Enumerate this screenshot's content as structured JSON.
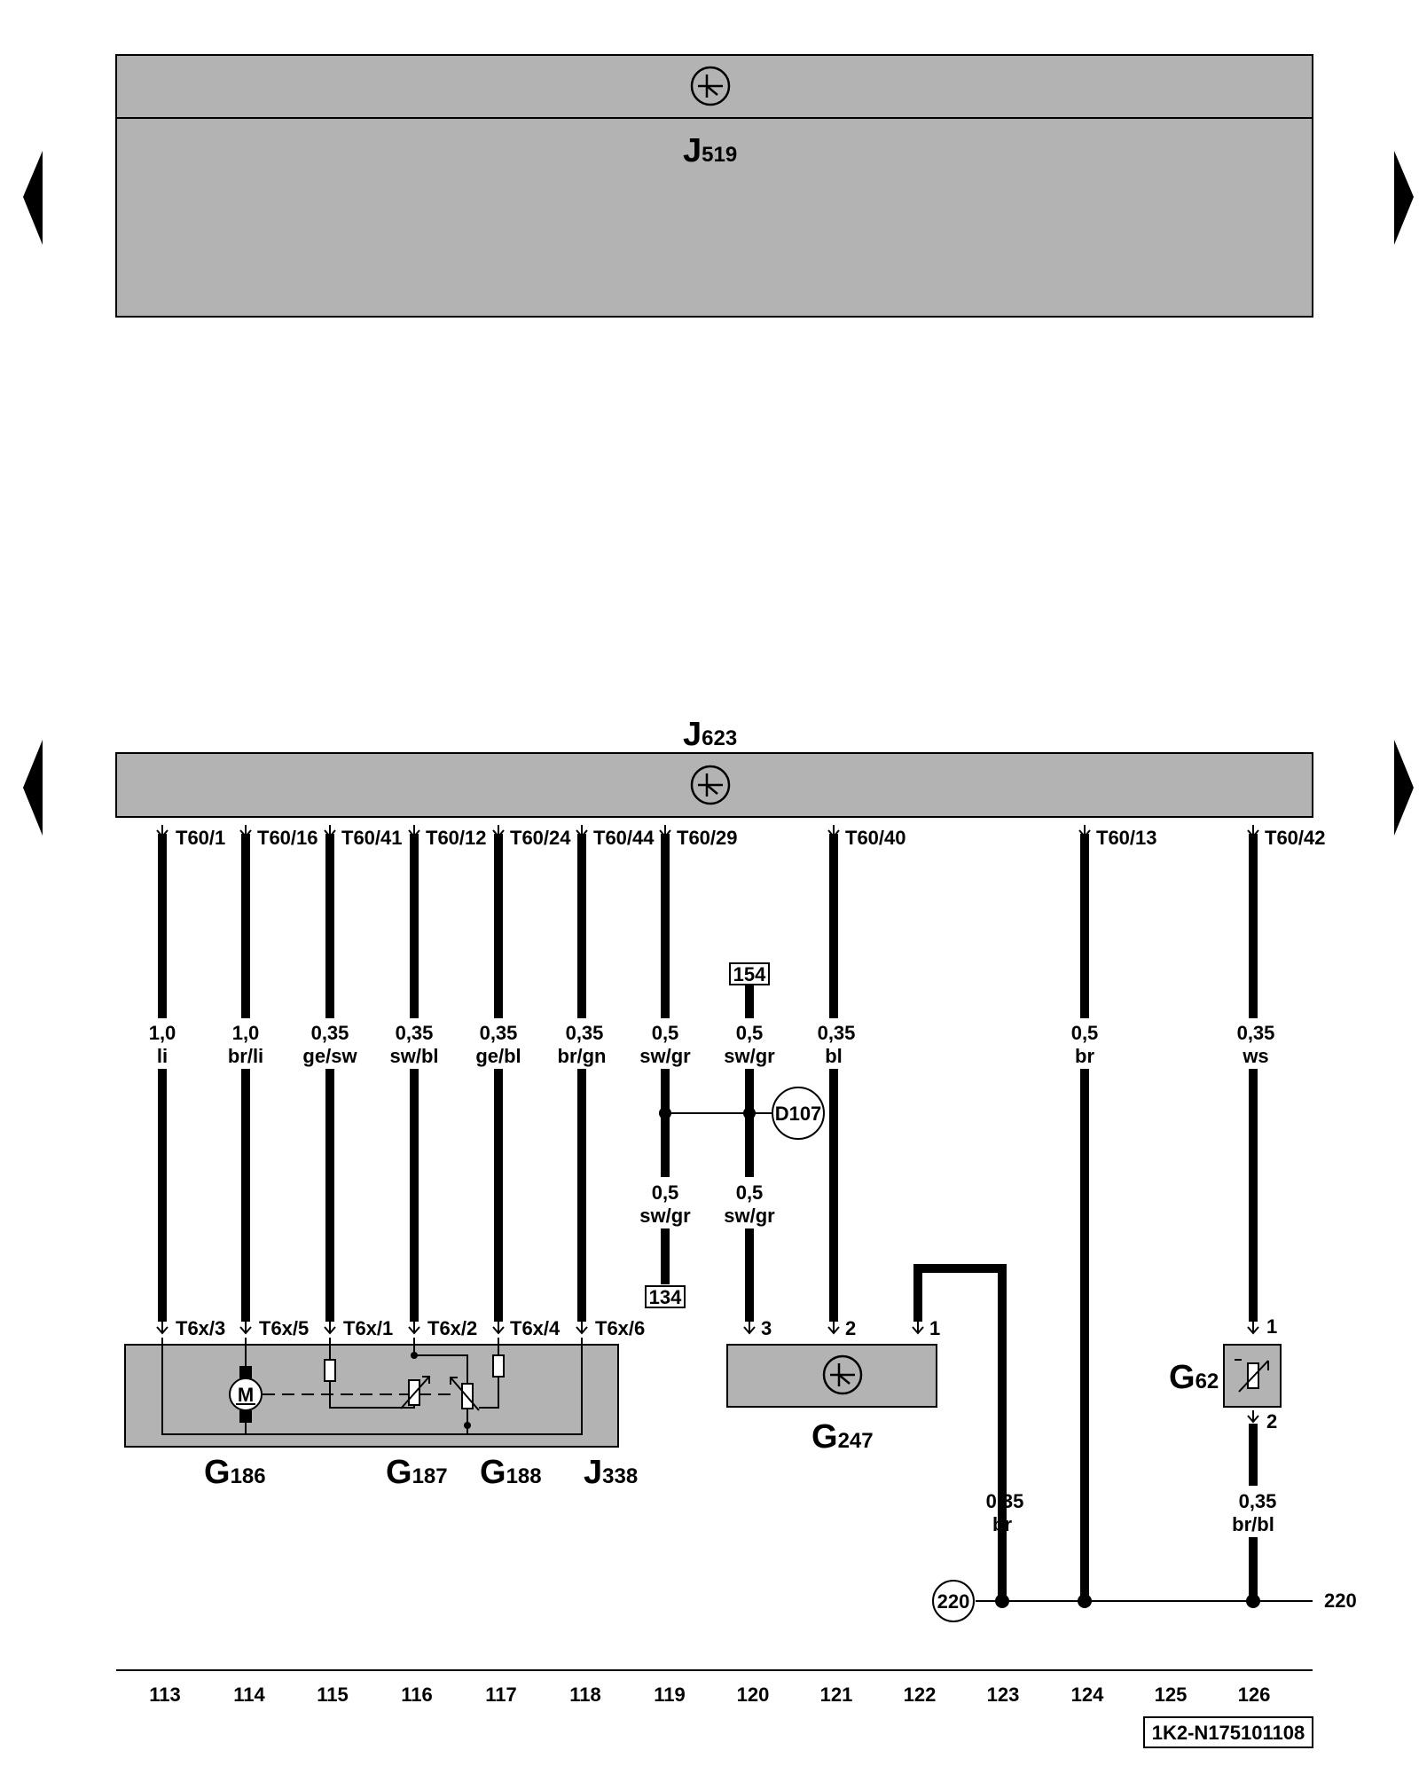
{
  "units": {
    "top": {
      "id": "J",
      "sub": "519"
    },
    "mid": {
      "id": "J",
      "sub": "623"
    }
  },
  "pins_top": [
    {
      "name": "pin-t60-1",
      "label": "T60/1"
    },
    {
      "name": "pin-t60-16",
      "label": "T60/16"
    },
    {
      "name": "pin-t60-41",
      "label": "T60/41"
    },
    {
      "name": "pin-t60-12",
      "label": "T60/12"
    },
    {
      "name": "pin-t60-24",
      "label": "T60/24"
    },
    {
      "name": "pin-t60-44",
      "label": "T60/44"
    },
    {
      "name": "pin-t60-29",
      "label": "T60/29"
    },
    {
      "name": "pin-t60-40",
      "label": "T60/40"
    },
    {
      "name": "pin-t60-13",
      "label": "T60/13"
    },
    {
      "name": "pin-t60-42",
      "label": "T60/42"
    }
  ],
  "wires_top": [
    {
      "size": "1,0",
      "color": "li"
    },
    {
      "size": "1,0",
      "color": "br/li"
    },
    {
      "size": "0,35",
      "color": "ge/sw"
    },
    {
      "size": "0,35",
      "color": "sw/bl"
    },
    {
      "size": "0,35",
      "color": "ge/bl"
    },
    {
      "size": "0,35",
      "color": "br/gn"
    },
    {
      "size": "0,5",
      "color": "sw/gr"
    },
    {
      "size": "0,5",
      "color": "sw/gr"
    },
    {
      "size": "0,35",
      "color": "bl"
    },
    {
      "size": "0,5",
      "color": "br"
    },
    {
      "size": "0,35",
      "color": "ws"
    }
  ],
  "wires_lower": [
    {
      "size": "0,5",
      "color": "sw/gr"
    },
    {
      "size": "0,5",
      "color": "sw/gr"
    },
    {
      "size": "0,35",
      "color": "br"
    },
    {
      "size": "0,35",
      "color": "br/bl"
    }
  ],
  "pins_bottom": [
    {
      "name": "pin-t6x-3",
      "label": "T6x/3"
    },
    {
      "name": "pin-t6x-5",
      "label": "T6x/5"
    },
    {
      "name": "pin-t6x-1",
      "label": "T6x/1"
    },
    {
      "name": "pin-t6x-2",
      "label": "T6x/2"
    },
    {
      "name": "pin-t6x-4",
      "label": "T6x/4"
    },
    {
      "name": "pin-t6x-6",
      "label": "T6x/6"
    }
  ],
  "g247_pins": [
    "3",
    "2",
    "1"
  ],
  "g62_pins": [
    "1",
    "2"
  ],
  "refs": {
    "r154": "154",
    "r134": "134",
    "d107": "D107",
    "r220": "220",
    "r220_right": "220"
  },
  "motor_letter": "M",
  "components": [
    {
      "name": "g186",
      "id": "G",
      "sub": "186"
    },
    {
      "name": "g187",
      "id": "G",
      "sub": "187"
    },
    {
      "name": "g188",
      "id": "G",
      "sub": "188"
    },
    {
      "name": "j338",
      "id": "J",
      "sub": "338"
    },
    {
      "name": "g247",
      "id": "G",
      "sub": "247"
    },
    {
      "name": "g62",
      "id": "G",
      "sub": "62"
    }
  ],
  "columns": [
    "113",
    "114",
    "115",
    "116",
    "117",
    "118",
    "119",
    "120",
    "121",
    "122",
    "123",
    "124",
    "125",
    "126"
  ],
  "doc_id": "1K2-N175101108"
}
